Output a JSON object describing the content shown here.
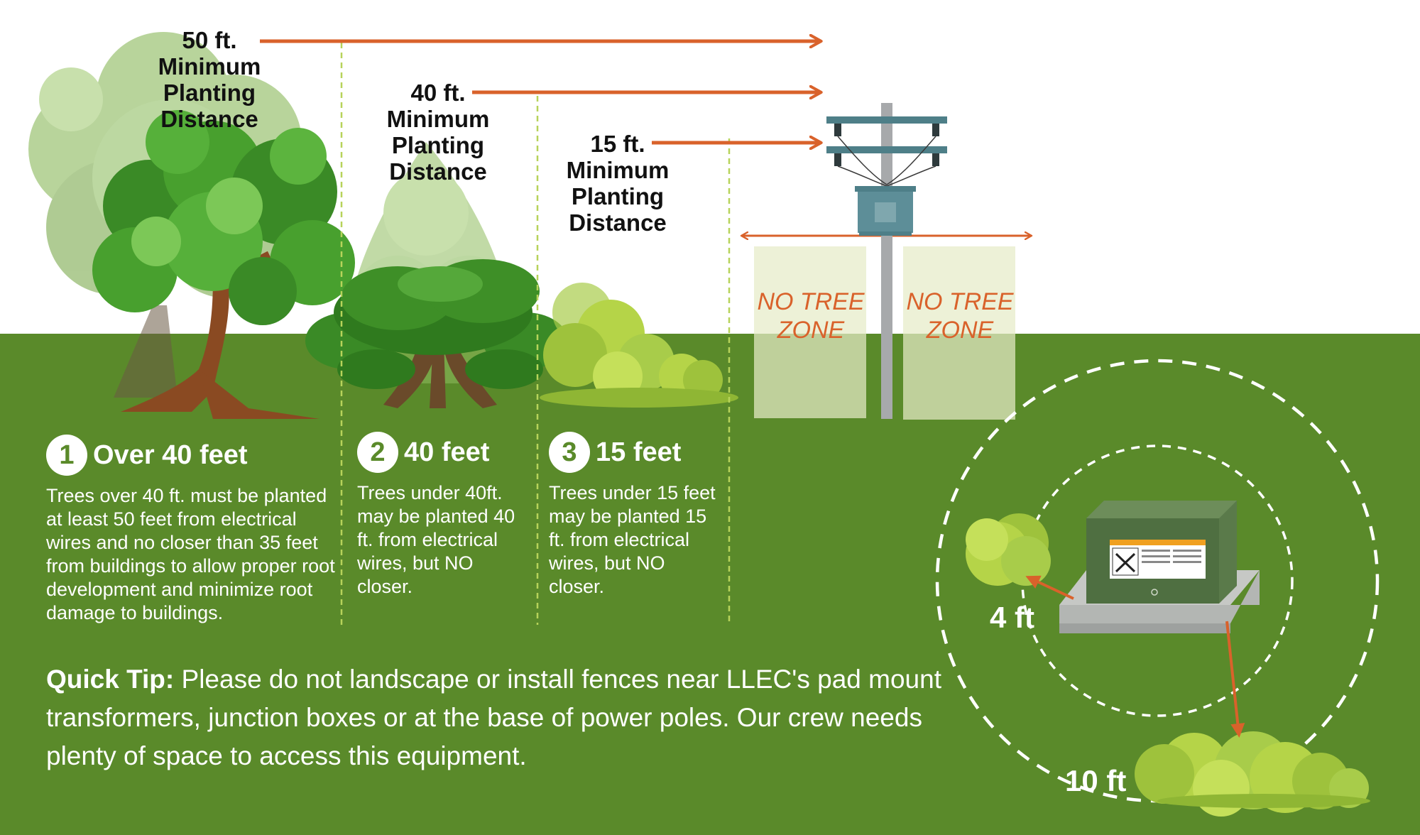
{
  "distances": [
    {
      "line1": "50 ft.",
      "line2": "Minimum",
      "line3": "Planting",
      "line4": "Distance"
    },
    {
      "line1": "40 ft.",
      "line2": "Minimum",
      "line3": "Planting",
      "line4": "Distance"
    },
    {
      "line1": "15 ft.",
      "line2": "Minimum",
      "line3": "Planting",
      "line4": "Distance"
    }
  ],
  "no_tree_zone": {
    "line1": "NO TREE",
    "line2": "ZONE"
  },
  "steps": [
    {
      "number": "1",
      "title": "Over 40 feet",
      "description": "Trees over 40 ft. must be planted at least 50 feet from electrical wires and no closer than 35 feet from buildings to allow proper root development and minimize root damage to buildings."
    },
    {
      "number": "2",
      "title": "40 feet",
      "description": "Trees under 40ft. may be planted 40 ft. from electrical wires, but NO closer."
    },
    {
      "number": "3",
      "title": "15 feet",
      "description": "Trees under 15 feet may be planted 15 ft. from electrical wires, but NO closer."
    }
  ],
  "quick_tip": {
    "label": "Quick Tip:",
    "text": "Please do not landscape or install fences near LLEC's pad mount transformers, junction boxes or at the base of power poles. Our crew needs plenty of space to access this equipment."
  },
  "transformer": {
    "inner_ring_label": "4 ft",
    "outer_ring_label": "10 ft"
  },
  "colors": {
    "grass": "#5a8a2a",
    "arrow": "#d9622b",
    "divider": "#b7d35a",
    "pole": "#a7a9ab",
    "crossarm": "#4e7f88"
  }
}
